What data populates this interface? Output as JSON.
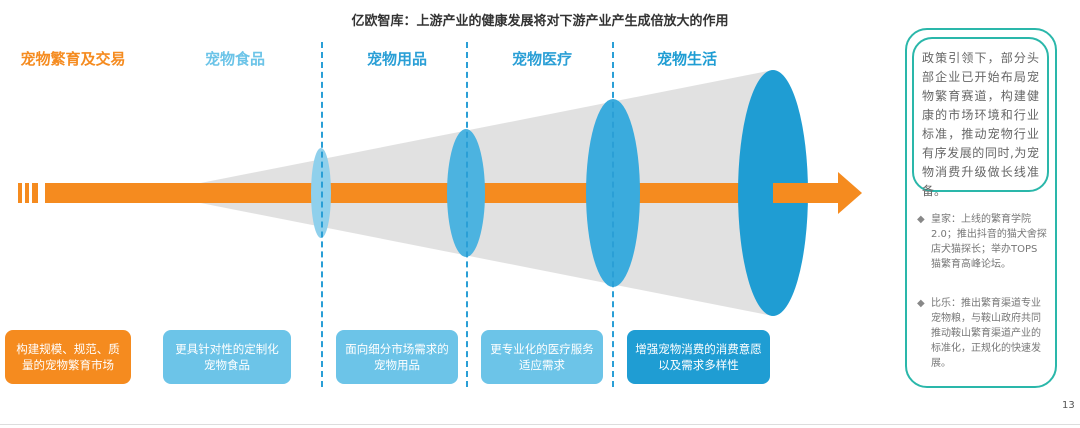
{
  "title": "亿欧智库：上游产业的健康发展将对下游产业产生成倍放大的作用",
  "stages": [
    {
      "label": "宠物繁育及交易",
      "desc": "构建规模、规范、质量的宠物繁育市场",
      "color": "#f58b1f"
    },
    {
      "label": "宠物食品",
      "desc": "更具针对性的定制化宠物食品",
      "color": "#6cc4e8"
    },
    {
      "label": "宠物用品",
      "desc": "面向细分市场需求的宠物用品",
      "color": "#6cc4e8"
    },
    {
      "label": "宠物医疗",
      "desc": "更专业化的医疗服务适应需求",
      "color": "#6cc4e8"
    },
    {
      "label": "宠物生活",
      "desc": "增强宠物消费的消费意愿以及需求多样性",
      "color": "#1f9dd3"
    }
  ],
  "side": {
    "summary": "政策引领下，部分头部企业已开始布局宠物繁育赛道，构建健康的市场环境和行业标准，推动宠物行业有序发展的同时,为宠物消费升级做长线准备。",
    "notes": [
      "皇家：上线的繁育学院2.0；推出抖音的猫犬舍探店犬猫探长；举办TOPS猫繁育高峰论坛。",
      "比乐：推出繁育渠道专业宠物粮，与鞍山政府共同推动鞍山繁育渠道产业的标准化，正规化的快速发展。"
    ]
  },
  "page_number": "13"
}
